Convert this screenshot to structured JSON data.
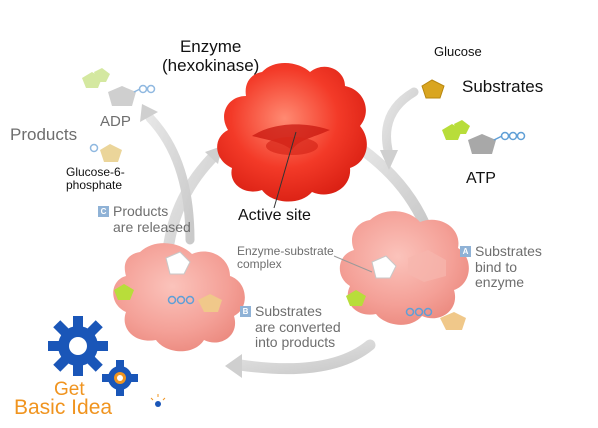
{
  "labels": {
    "enzyme_line1": "Enzyme",
    "enzyme_line2": "(hexokinase)",
    "glucose": "Glucose",
    "substrates": "Substrates",
    "atp": "ATP",
    "adp": "ADP",
    "products": "Products",
    "g6p_line1": "Glucose-6-",
    "g6p_line2": "phosphate",
    "active_site": "Active site",
    "es_complex_line1": "Enzyme-substrate",
    "es_complex_line2": "complex"
  },
  "steps": [
    {
      "letter": "A",
      "line1": "Substrates",
      "line2": "bind to",
      "line3": "enzyme"
    },
    {
      "letter": "B",
      "line1": "Substrates",
      "line2": "are converted",
      "line3": "into products"
    },
    {
      "letter": "C",
      "line1": "Products",
      "line2": "are released"
    }
  ],
  "logo": {
    "line1": "Get",
    "line2": "Basic Idea"
  },
  "colors": {
    "enzyme_red": "#ee3322",
    "enzyme_pink": "#f29a92",
    "arrow_grey": "#d3d3d3",
    "glucose_gold": "#d9a520",
    "adenine_green": "#b8dd3a",
    "phosphate_blue": "#5f9fd6",
    "gear_blue": "#1a56b8",
    "logo_orange": "#f0941f"
  }
}
